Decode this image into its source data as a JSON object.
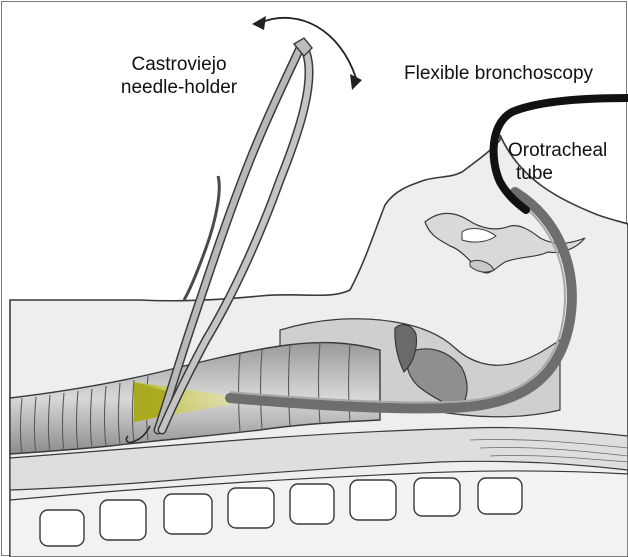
{
  "labels": {
    "needle_holder_line1": "Castroviejo",
    "needle_holder_line2": "needle-holder",
    "bronchoscopy": "Flexible bronchoscopy",
    "tube_line1": "Orotracheal",
    "tube_line2": "tube"
  },
  "colors": {
    "bronchoscope": "#111111",
    "tube": "#6e6e6e",
    "tube_highlight": "#a8a8a8",
    "light_cone": "#cfcf3a",
    "tissue": "#e6e6e6",
    "outline": "#3a3a3a"
  }
}
